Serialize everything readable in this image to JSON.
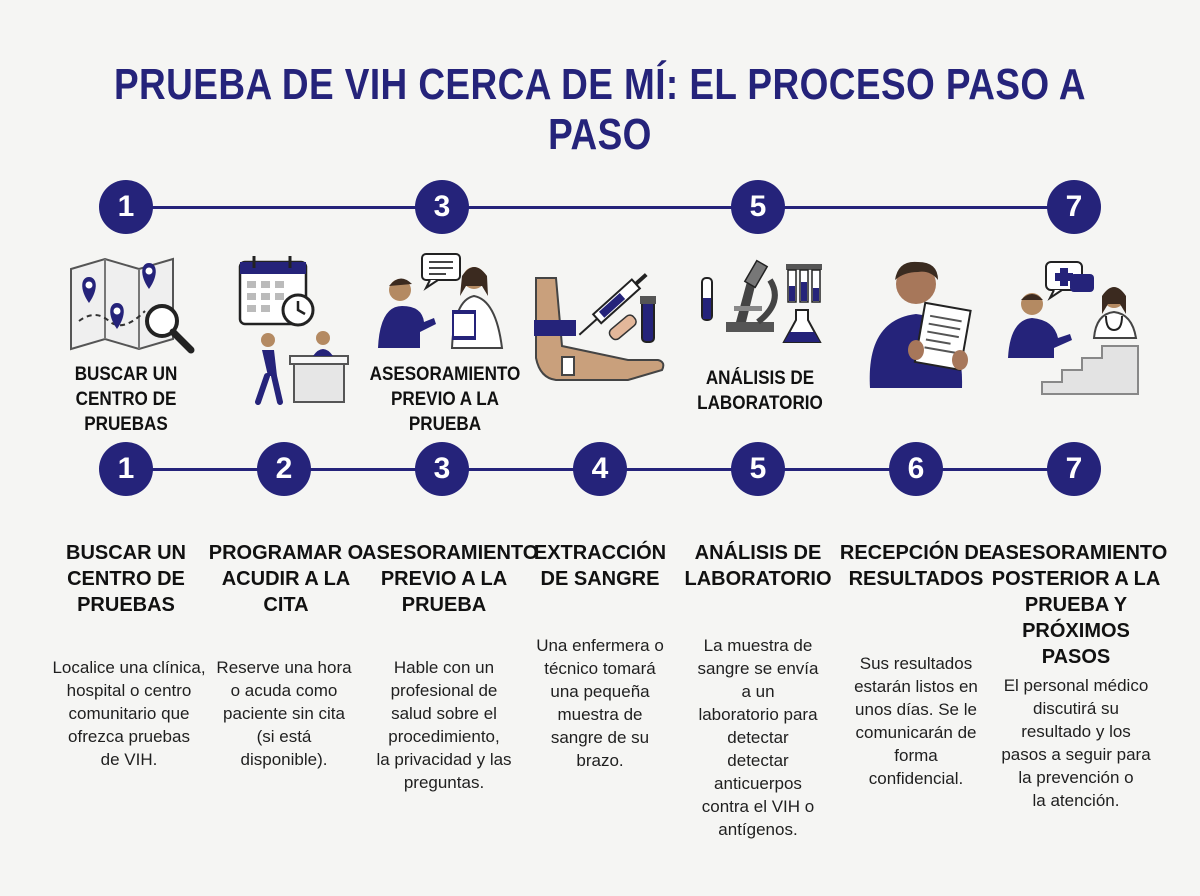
{
  "title": "PRUEBA DE VIH CERCA DE MÍ: EL PROCESO PASO A PASO",
  "colors": {
    "primary": "#25237a",
    "background": "#f5f5f3",
    "skin": "#b48a62"
  },
  "top_badges": [
    "1",
    "3",
    "5",
    "7"
  ],
  "icon_labels": {
    "step1": "BUSCAR UN\nCENTRO DE\nPRUEBAS",
    "step3": "ASESORAMIENTO\nPREVIO A LA\nPRUEBA",
    "step5": "ANÁLISIS DE\nLABORATORIO"
  },
  "icons": [
    "map-search-icon",
    "calendar-walk-in-icon",
    "counseling-conversation-icon",
    "blood-draw-icon",
    "laboratory-microscope-icon",
    "results-document-icon",
    "follow-up-consultation-icon"
  ],
  "steps": [
    {
      "number": "1",
      "title": "BUSCAR UN\nCENTRO DE\nPRUEBAS",
      "text": "Localice una clínica,\nhospital o centro\ncomunitario que\nofrezca pruebas\nde VIH."
    },
    {
      "number": "2",
      "title": "PROGRAMAR O\nACUDIR A LA\nCITA",
      "text": "Reserve una hora\no acuda como\npaciente sin cita\n(si está\ndisponible)."
    },
    {
      "number": "3",
      "title": "ASESORAMIENTO\nPREVIO A LA\nPRUEBA",
      "text": "Hable con un\nprofesional de\nsalud sobre el\nprocedimiento,\nla privacidad y las\npreguntas."
    },
    {
      "number": "4",
      "title": "EXTRACCIÓN\nDE SANGRE",
      "text": "Una enfermera o\ntécnico tomará\nuna pequeña\nmuestra de\nsangre de su\nbrazo."
    },
    {
      "number": "5",
      "title": "ANÁLISIS DE\nLABORATORIO",
      "text": "La muestra de\nsangre se envía\na un\nlaboratorio para\ndetectar\ndetectar\nanticuerpos\ncontra el VIH o\nantígenos."
    },
    {
      "number": "6",
      "title": "RECEPCIÓN DE\nRESULTADOS",
      "text": "Sus resultados\nestarán listos en\nunos días. Se le\ncomunicarán de\nforma\nconfidencial."
    },
    {
      "number": "7",
      "title": "ASESORAMIENTO\nPOSTERIOR A LA\nPRUEBA Y\nPRÓXIMOS PASOS",
      "text": "El personal médico\ndiscutirá su\nresultado y los\npasos a seguir para\nla prevención o\nla atención."
    }
  ]
}
